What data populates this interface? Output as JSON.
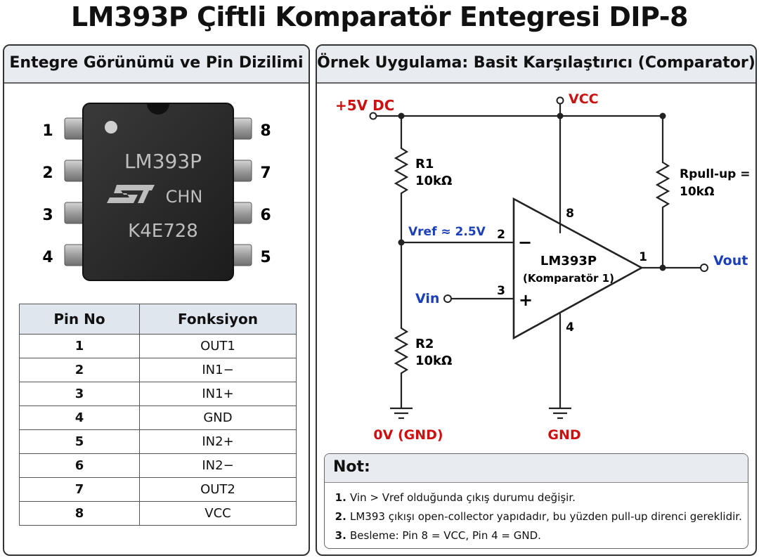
{
  "title": "LM393P Çiftli Komparatör Entegresi DIP-8",
  "left_panel": {
    "heading": "Entegre Görünümü ve Pin Dizilimi",
    "chip": {
      "marking_line1": "LM393P",
      "marking_line2": "CHN",
      "marking_line3": "K4E728",
      "logo": "ST"
    },
    "left_pin_labels": [
      "1",
      "2",
      "3",
      "4"
    ],
    "right_pin_labels": [
      "8",
      "7",
      "6",
      "5"
    ],
    "table": {
      "headers": [
        "Pin No",
        "Fonksiyon"
      ],
      "rows": [
        {
          "pin": "1",
          "func": "OUT1"
        },
        {
          "pin": "2",
          "func": "IN1−"
        },
        {
          "pin": "3",
          "func": "IN1+"
        },
        {
          "pin": "4",
          "func": "GND"
        },
        {
          "pin": "5",
          "func": "IN2+"
        },
        {
          "pin": "6",
          "func": "IN2−"
        },
        {
          "pin": "7",
          "func": "OUT2"
        },
        {
          "pin": "8",
          "func": "VCC"
        }
      ]
    }
  },
  "right_panel": {
    "heading": "Örnek Uygulama: Basit Karşılaştırıcı (Comparator)",
    "circuit": {
      "supply_label": "+5V DC",
      "vcc_label": "VCC",
      "r1_name": "R1",
      "r1_value": "10kΩ",
      "r2_name": "R2",
      "r2_value": "10kΩ",
      "rpull_name": "Rpull-up =",
      "rpull_value": "10kΩ",
      "vref_label": "Vref ≈ 2.5V",
      "vin_label": "Vin",
      "vout_label": "Vout",
      "gnd_left_label": "0V (GND)",
      "gnd_right_label": "GND",
      "opamp_name": "LM393P",
      "opamp_sub": "(Komparatör 1)",
      "minus_sign": "−",
      "plus_sign": "+",
      "pin_minus": "2",
      "pin_plus": "3",
      "pin_vcc": "8",
      "pin_gnd": "4",
      "pin_out": "1"
    },
    "note": {
      "title": "Not:",
      "items": [
        "Vin > Vref olduğunda çıkış durumu değişir.",
        "LM393 çıkışı open-collector yapıdadır, bu yüzden pull-up direnci gereklidir.",
        "Besleme: Pin 8 = VCC, Pin 4 = GND."
      ]
    }
  },
  "colors": {
    "power_label": "#cc1111",
    "signal_label": "#1a3fb8",
    "header_bg": "#e8ecf0",
    "chip_body": "#2a2a2a",
    "pin_metal": "#a9a9a9"
  }
}
